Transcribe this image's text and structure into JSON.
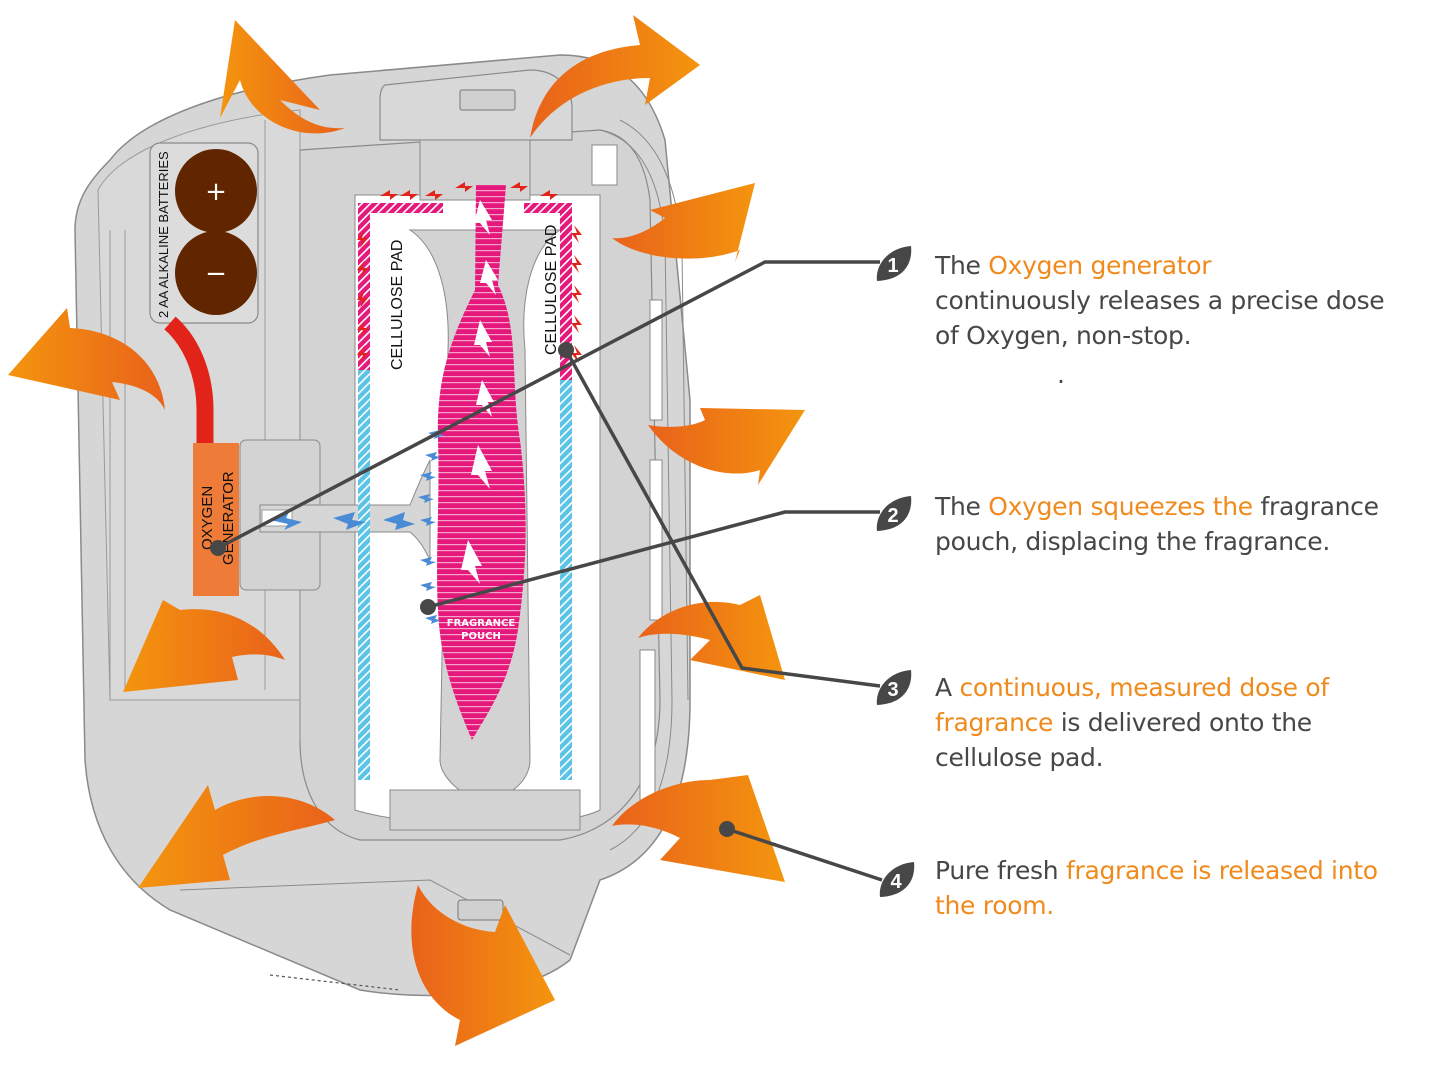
{
  "diagram": {
    "title": "Air freshener cross-section: how the fragrance is released",
    "colors": {
      "housing": "#d6d6d6",
      "housing_outline": "#8a8a8a",
      "arrow_orange_light": "#f4950e",
      "arrow_orange_dark": "#e9621a",
      "fragrance_pink": "#e4197b",
      "pad_blue": "#5bc3e6",
      "oxygen_blue": "#4a8bd6",
      "battery_brown": "#612600",
      "wire_red": "#e2231a",
      "generator_orange": "#ee7b37",
      "leader_gray": "#474747",
      "text_gray": "#474747",
      "highlight_orange": "#f08a1c"
    },
    "labels": {
      "batteries": "2 AA ALKALINE BATTERIES",
      "battery_plus": "+",
      "battery_minus": "−",
      "oxygen_generator_line1": "OXYGEN",
      "oxygen_generator_line2": "GENERATOR",
      "cellulose_pad_left": "CELLULOSE PAD",
      "cellulose_pad_right": "CELLULOSE PAD",
      "fragrance_pouch_line1": "FRAGRANCE",
      "fragrance_pouch_line2": "POUCH"
    },
    "steps": [
      {
        "number": "1",
        "parts": [
          {
            "text": "The ",
            "highlight": false
          },
          {
            "text": "Oxygen generator",
            "highlight": true
          },
          {
            "text": " continuously releases a precise dose of Oxygen, non-stop.",
            "highlight": false
          }
        ],
        "trailing_mark": "."
      },
      {
        "number": "2",
        "parts": [
          {
            "text": "The ",
            "highlight": false
          },
          {
            "text": "Oxygen squeezes the",
            "highlight": true
          },
          {
            "text": " fragrance pouch, displacing the fragrance.",
            "highlight": false
          }
        ]
      },
      {
        "number": "3",
        "parts": [
          {
            "text": "A ",
            "highlight": false
          },
          {
            "text": "continuous, measured dose of fragrance",
            "highlight": true
          },
          {
            "text": " is delivered onto the cellulose pad.",
            "highlight": false
          }
        ]
      },
      {
        "number": "4",
        "parts": [
          {
            "text": "Pure fresh ",
            "highlight": false
          },
          {
            "text": "fragrance is released into the room.",
            "highlight": true
          }
        ]
      }
    ]
  }
}
